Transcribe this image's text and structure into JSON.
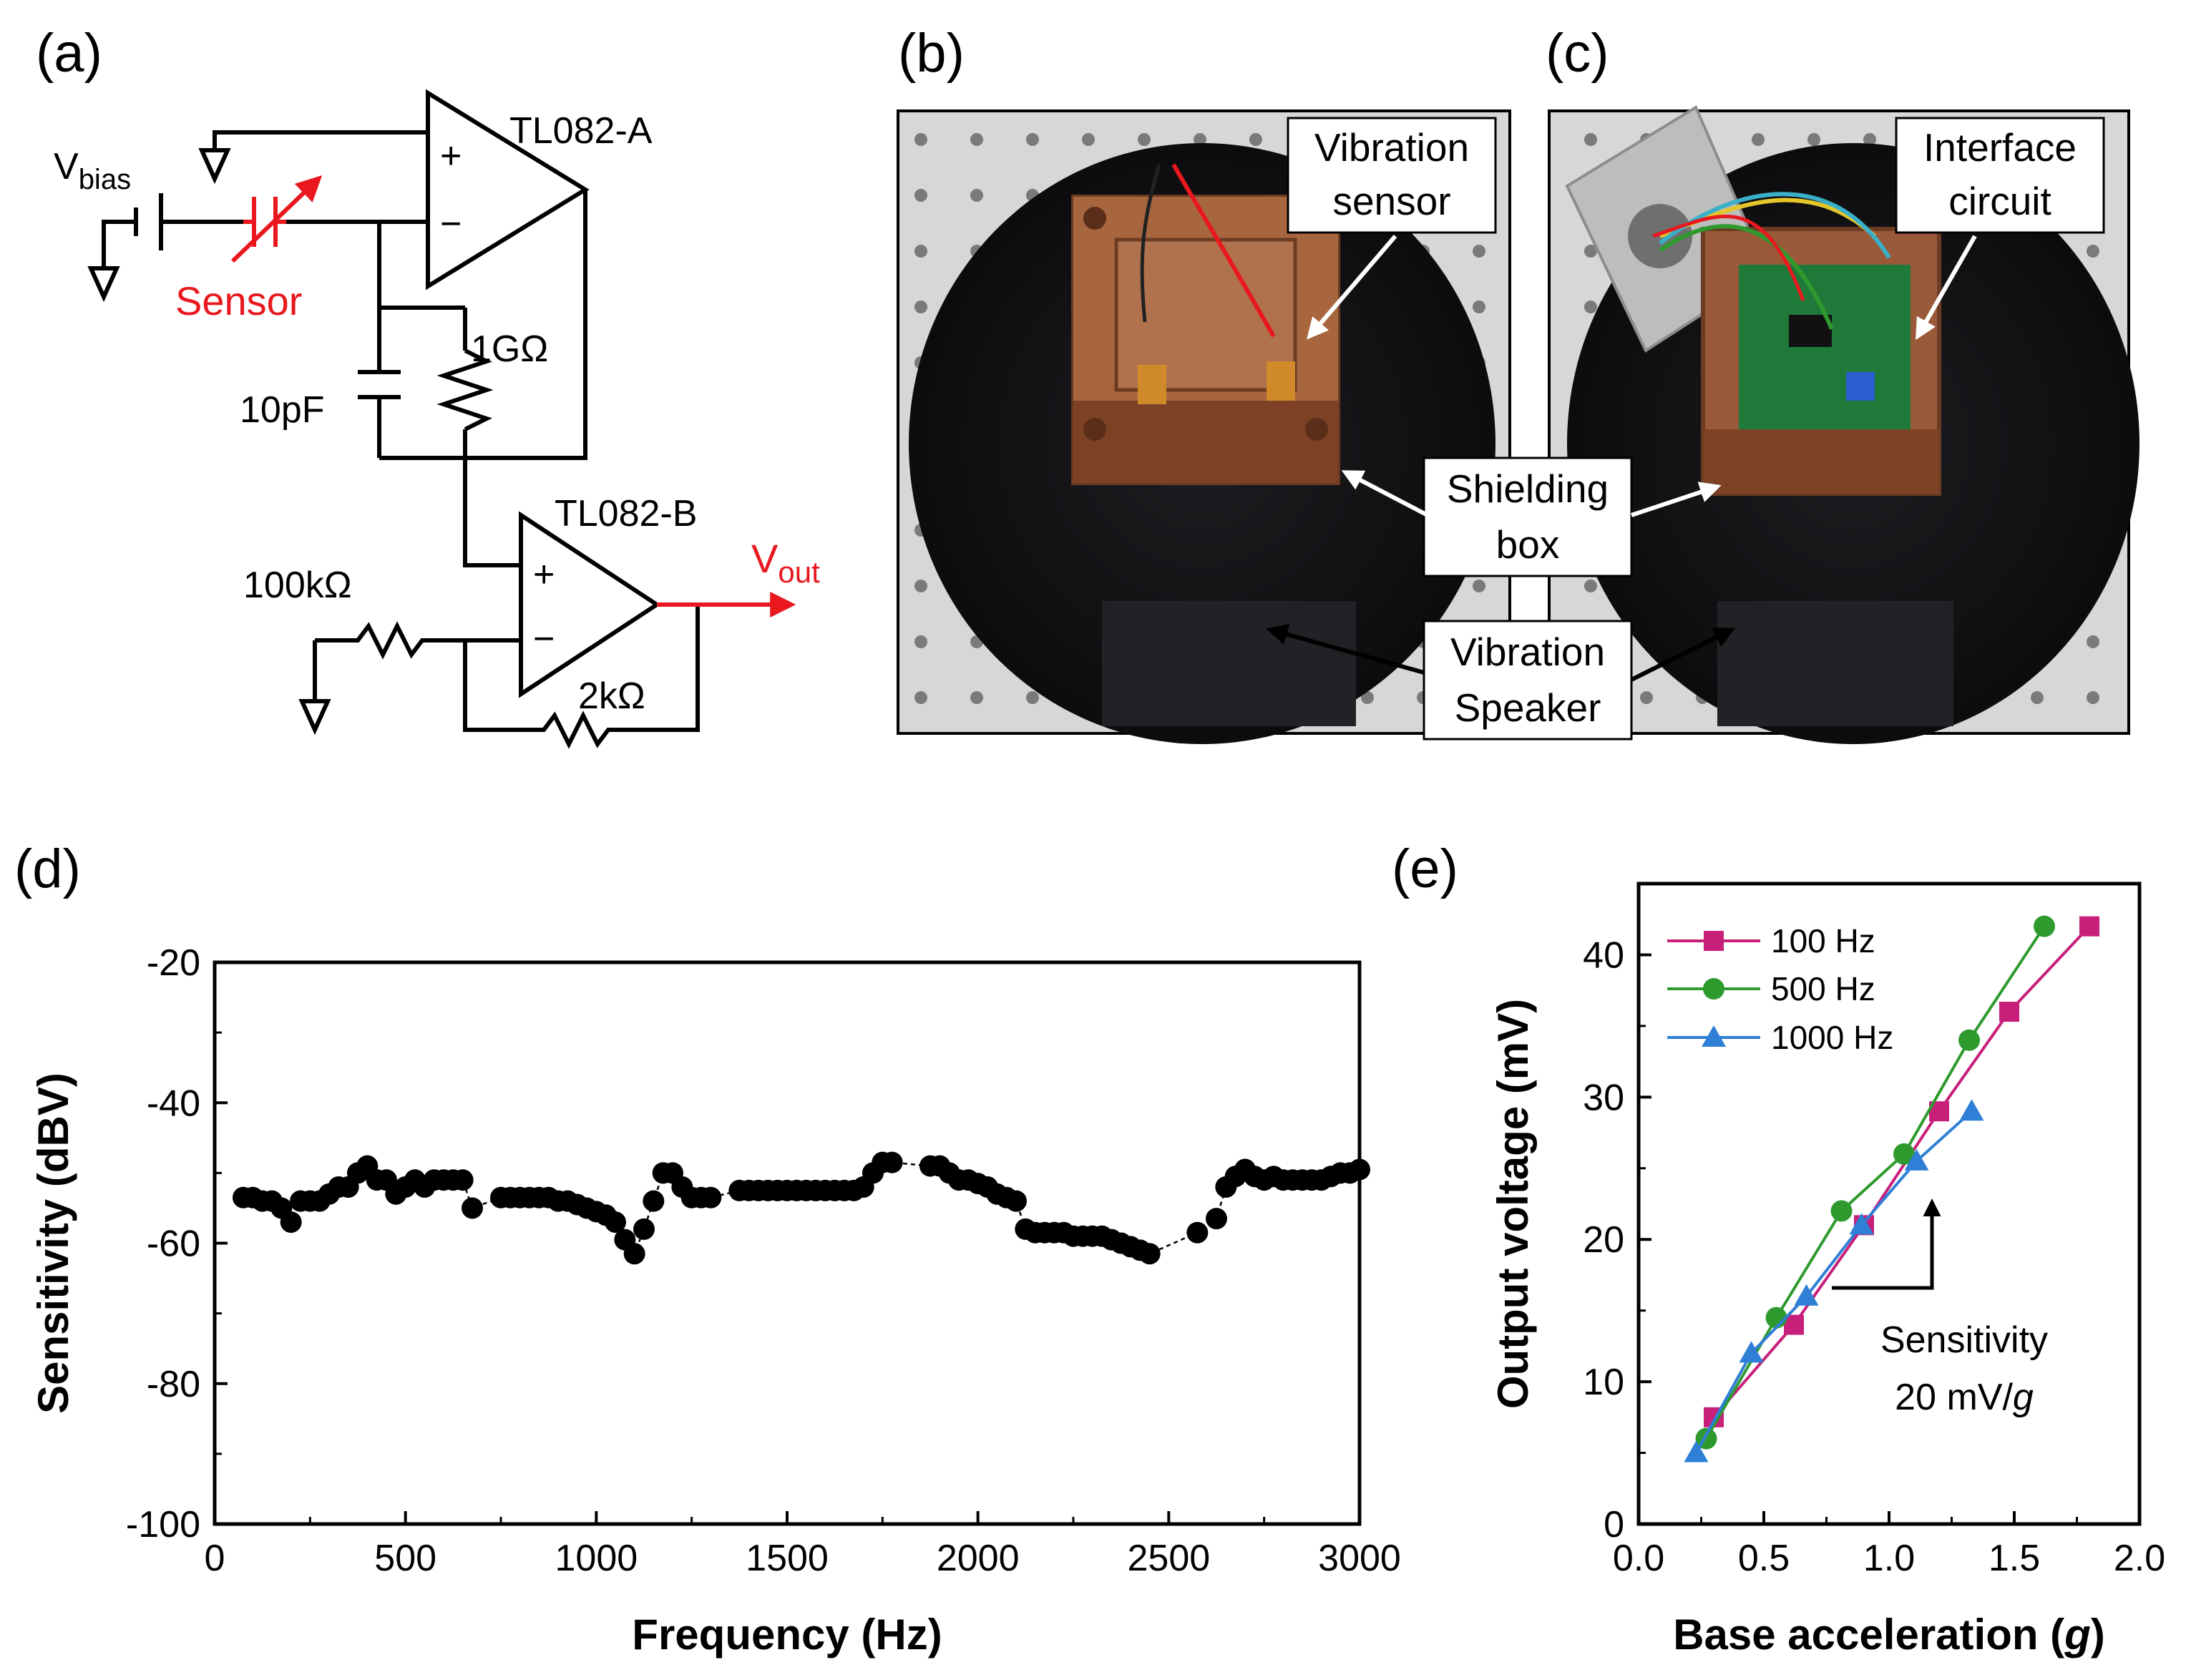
{
  "panels": {
    "a": "(a)",
    "b": "(b)",
    "c": "(c)",
    "d": "(d)",
    "e": "(e)"
  },
  "circuit": {
    "opamp_a": "TL082-A",
    "opamp_b": "TL082-B",
    "vbias_main": "V",
    "vbias_sub": "bias",
    "sensor": "Sensor",
    "r_feedback": "1GΩ",
    "c_feedback": "10pF",
    "r_ground": "100kΩ",
    "r_gain": "2kΩ",
    "vout_main": "V",
    "vout_sub": "out",
    "plus": "+",
    "minus": "−"
  },
  "photo_b": {
    "callout_1": [
      "Vibration",
      "sensor"
    ]
  },
  "photo_c": {
    "callout_1": [
      "Interface",
      "circuit"
    ]
  },
  "shared_callouts": {
    "shielding": [
      "Shielding",
      "box"
    ],
    "speaker": [
      "Vibration",
      "Speaker"
    ]
  },
  "colors": {
    "circuit_red": "#e8181e",
    "series_100": "#c71f7a",
    "series_500": "#2e9a2e",
    "series_1000": "#2f7fd6",
    "copper": "#9a5a3a",
    "pcb": "#1f7a3a"
  },
  "chart_data": [
    {
      "type": "scatter",
      "panel": "(d)",
      "xlabel": "Frequency (Hz)",
      "ylabel": "Sensitivity (dBV)",
      "xlim": [
        0,
        3000
      ],
      "ylim": [
        -100,
        -20
      ],
      "xticks": [
        "0",
        "500",
        "1000",
        "1500",
        "2000",
        "2500",
        "3000"
      ],
      "yticks": [
        "-20",
        "-40",
        "-60",
        "-80",
        "-100"
      ],
      "grid": false,
      "series": [
        {
          "points": [
            [
              75,
              -53.5
            ],
            [
              100,
              -53.5
            ],
            [
              125,
              -54
            ],
            [
              150,
              -54
            ],
            [
              175,
              -55
            ],
            [
              200,
              -57
            ],
            [
              225,
              -54
            ],
            [
              250,
              -54
            ],
            [
              275,
              -54
            ],
            [
              300,
              -53
            ],
            [
              325,
              -52
            ],
            [
              350,
              -52
            ],
            [
              375,
              -50
            ],
            [
              400,
              -49
            ],
            [
              425,
              -51
            ],
            [
              450,
              -51
            ],
            [
              475,
              -53
            ],
            [
              500,
              -52
            ],
            [
              525,
              -51
            ],
            [
              550,
              -52
            ],
            [
              575,
              -51
            ],
            [
              600,
              -51
            ],
            [
              625,
              -51
            ],
            [
              650,
              -51
            ],
            [
              675,
              -55
            ],
            [
              750,
              -53.5
            ],
            [
              775,
              -53.5
            ],
            [
              800,
              -53.5
            ],
            [
              825,
              -53.5
            ],
            [
              850,
              -53.5
            ],
            [
              875,
              -53.5
            ],
            [
              900,
              -54
            ],
            [
              925,
              -54
            ],
            [
              950,
              -54.5
            ],
            [
              975,
              -55
            ],
            [
              1000,
              -55.5
            ],
            [
              1025,
              -56
            ],
            [
              1050,
              -57
            ],
            [
              1075,
              -59.5
            ],
            [
              1100,
              -61.5
            ],
            [
              1125,
              -58
            ],
            [
              1150,
              -54
            ],
            [
              1175,
              -50
            ],
            [
              1200,
              -50
            ],
            [
              1225,
              -52
            ],
            [
              1250,
              -53.5
            ],
            [
              1275,
              -53.5
            ],
            [
              1300,
              -53.5
            ],
            [
              1375,
              -52.5
            ],
            [
              1400,
              -52.5
            ],
            [
              1425,
              -52.5
            ],
            [
              1450,
              -52.5
            ],
            [
              1475,
              -52.5
            ],
            [
              1500,
              -52.5
            ],
            [
              1525,
              -52.5
            ],
            [
              1550,
              -52.5
            ],
            [
              1575,
              -52.5
            ],
            [
              1600,
              -52.5
            ],
            [
              1625,
              -52.5
            ],
            [
              1650,
              -52.5
            ],
            [
              1675,
              -52.5
            ],
            [
              1700,
              -52
            ],
            [
              1725,
              -50
            ],
            [
              1750,
              -48.5
            ],
            [
              1775,
              -48.5
            ],
            [
              1875,
              -49
            ],
            [
              1900,
              -49
            ],
            [
              1925,
              -50
            ],
            [
              1950,
              -51
            ],
            [
              1975,
              -51
            ],
            [
              2000,
              -51.5
            ],
            [
              2025,
              -52
            ],
            [
              2050,
              -53
            ],
            [
              2075,
              -53.5
            ],
            [
              2100,
              -54
            ],
            [
              2125,
              -58
            ],
            [
              2150,
              -58.5
            ],
            [
              2175,
              -58.5
            ],
            [
              2200,
              -58.5
            ],
            [
              2225,
              -58.5
            ],
            [
              2250,
              -59
            ],
            [
              2275,
              -59
            ],
            [
              2300,
              -59
            ],
            [
              2325,
              -59
            ],
            [
              2350,
              -59.5
            ],
            [
              2375,
              -60
            ],
            [
              2400,
              -60.5
            ],
            [
              2425,
              -61
            ],
            [
              2450,
              -61.5
            ],
            [
              2575,
              -58.5
            ],
            [
              2625,
              -56.5
            ],
            [
              2650,
              -52
            ],
            [
              2675,
              -50.5
            ],
            [
              2700,
              -49.5
            ],
            [
              2725,
              -50.5
            ],
            [
              2750,
              -51
            ],
            [
              2775,
              -50.5
            ],
            [
              2800,
              -51
            ],
            [
              2825,
              -51
            ],
            [
              2850,
              -51
            ],
            [
              2875,
              -51
            ],
            [
              2900,
              -51
            ],
            [
              2925,
              -50.5
            ],
            [
              2950,
              -50
            ],
            [
              2975,
              -50
            ],
            [
              3000,
              -49.5
            ]
          ]
        }
      ]
    },
    {
      "type": "line",
      "panel": "(e)",
      "xlabel": "Base acceleration (g)",
      "ylabel": "Output voltage (mV)",
      "xlim": [
        0,
        2.0
      ],
      "ylim": [
        0,
        45
      ],
      "xticks": [
        "0.0",
        "0.5",
        "1.0",
        "1.5",
        "2.0"
      ],
      "yticks": [
        "0",
        "10",
        "20",
        "30",
        "40"
      ],
      "grid": false,
      "legend": "top-left",
      "annotation": [
        "Sensitivity",
        "20 mV/",
        "g"
      ],
      "series": [
        {
          "name": "100 Hz",
          "marker": "square",
          "x": [
            0.3,
            0.62,
            0.9,
            1.2,
            1.48,
            1.8
          ],
          "y": [
            7.5,
            14,
            21,
            29,
            36,
            42
          ]
        },
        {
          "name": "500 Hz",
          "marker": "circle",
          "x": [
            0.27,
            0.55,
            0.81,
            1.06,
            1.32,
            1.62
          ],
          "y": [
            6,
            14.5,
            22,
            26,
            34,
            42
          ]
        },
        {
          "name": "1000 Hz",
          "marker": "triangle",
          "x": [
            0.23,
            0.45,
            0.67,
            0.89,
            1.11,
            1.33
          ],
          "y": [
            5,
            12,
            16,
            21,
            25.5,
            29
          ]
        }
      ]
    }
  ]
}
